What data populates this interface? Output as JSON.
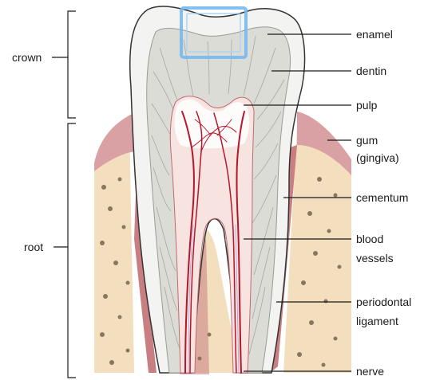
{
  "diagram": {
    "groups": {
      "crown": "crown",
      "root": "root"
    },
    "labels": {
      "enamel": "enamel",
      "dentin": "dentin",
      "pulp": "pulp",
      "gum_line1": "gum",
      "gum_line2": "(gingiva)",
      "cementum": "cementum",
      "blood_line1": "blood",
      "blood_line2": "vessels",
      "perio_line1": "periodontal",
      "perio_line2": "ligament",
      "nerve": "nerve"
    },
    "colors": {
      "enamel": "#f3f3f1",
      "dentin": "#dcdcd6",
      "pulp": "#f7e3e0",
      "gum": "#d9a1a3",
      "bone": "#f3dfbd",
      "bone_spots": "#8a7560",
      "vessel": "#b5162c",
      "highlight": "#76b8f0"
    }
  }
}
